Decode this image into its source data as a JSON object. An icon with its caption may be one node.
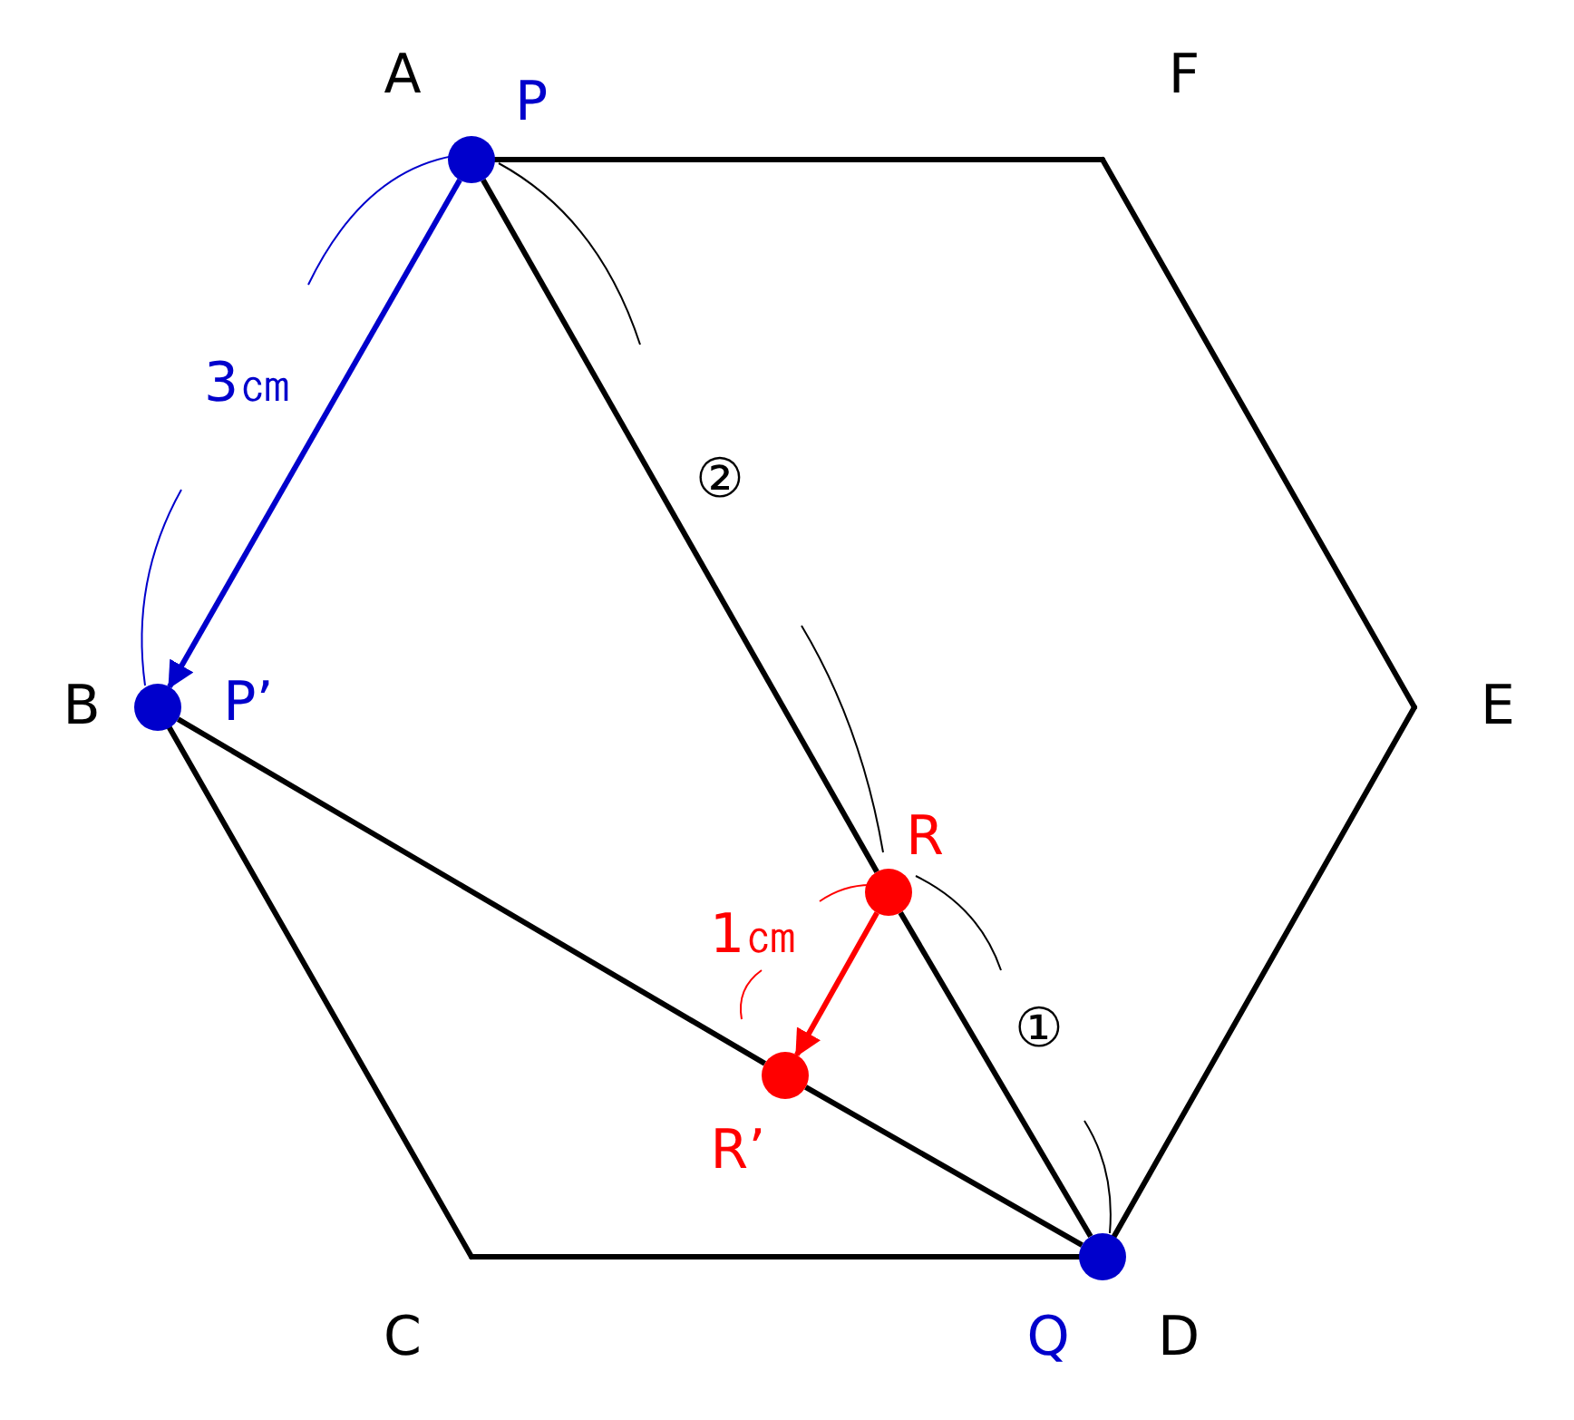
{
  "diagram": {
    "nodes": [
      {
        "text": [
          "P"
        ]
      },
      {
        "text": [
          "P’"
        ]
      },
      {
        "text": [
          "R"
        ]
      },
      {
        "text": [
          "R’"
        ]
      },
      {
        "text": [
          "Q"
        ]
      }
    ],
    "edges": [
      {
        "from": 0,
        "to": 1,
        "arrow": "to",
        "label": "3㎝",
        "color": "#0000cc"
      },
      {
        "from": 0,
        "to": 2,
        "arrow": "none"
      },
      {
        "from": 2,
        "to": 4,
        "arrow": "none"
      },
      {
        "from": 1,
        "to": 3,
        "arrow": "none"
      },
      {
        "from": 3,
        "to": 4,
        "arrow": "none"
      },
      {
        "from": 2,
        "to": 3,
        "arrow": "to",
        "label": "1㎝",
        "color": "#ff0000"
      }
    ],
    "labels": [
      "A",
      "F",
      "②",
      "B",
      "E",
      "①",
      "C",
      "D"
    ]
  }
}
